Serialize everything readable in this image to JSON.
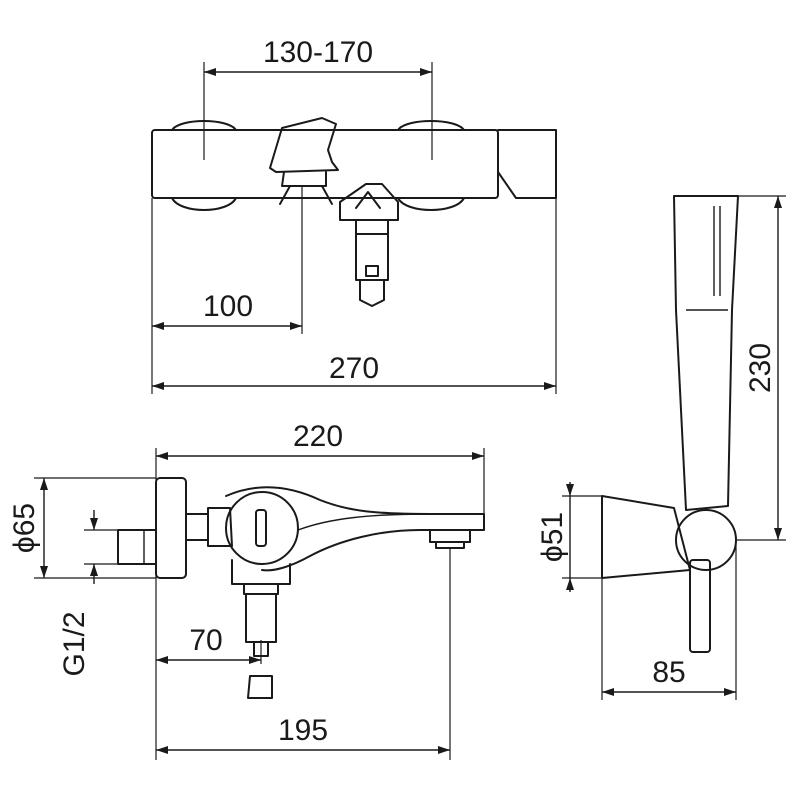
{
  "dimensions": {
    "wall_spacing": "130-170",
    "outlet_offset": "100",
    "total_width": "270",
    "side_depth": "220",
    "flange_diameter": "ϕ65",
    "thread": "G1/2",
    "spout_offset": "70",
    "spout_reach": "195",
    "handshower_length": "230",
    "holder_diameter": "ϕ51",
    "holder_projection": "85"
  }
}
